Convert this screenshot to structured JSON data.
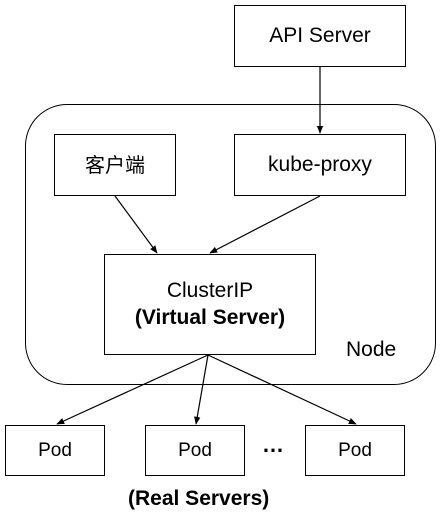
{
  "nodes": {
    "api_server": "API Server",
    "client": "客户端",
    "kube_proxy": "kube-proxy",
    "cluster_ip": "ClusterIP",
    "virtual_server": "(Virtual Server)",
    "node": "Node",
    "pods": [
      "Pod",
      "Pod",
      "Pod"
    ],
    "ellipsis": "…",
    "real_servers": "(Real Servers)"
  },
  "colors": {
    "stroke": "#000000",
    "fill": "#ffffff",
    "text": "#000000"
  }
}
